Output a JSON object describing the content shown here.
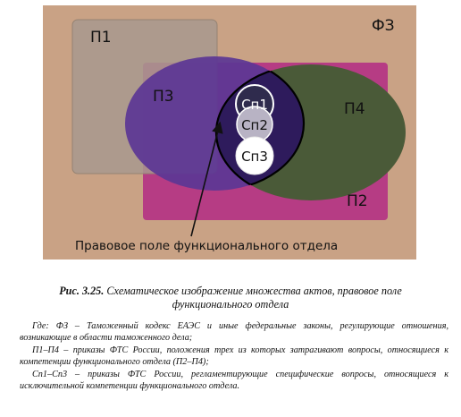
{
  "diagram": {
    "labels": {
      "fz": "ФЗ",
      "p1": "П1",
      "p2": "П2",
      "p3": "П3",
      "p4": "П4",
      "sp1": "Сп1",
      "sp2": "Сп2",
      "sp3": "Сп3"
    },
    "arrow_text": "Правовое поле функционального отдела",
    "colors": {
      "fz": "#c9a285",
      "p1": "#a8998e",
      "p2": "#b63c84",
      "p3": "#5d3795",
      "p4": "#4a5a38",
      "intersection": "#2e1b5c",
      "sp1": "#2f2b4d",
      "sp2": "#b8b3c4",
      "sp3": "#ffffff"
    }
  },
  "caption": {
    "number": "Рис. 3.25.",
    "text": "Схематическое изображение множества актов, правовое поле функционального отдела"
  },
  "legend": [
    "Где: ФЗ – Таможенный кодекс ЕАЭС и иные федеральные законы, регулирующие отношения, возникающие в области таможенного дела;",
    "П1–П4 – приказы ФТС России, положения трех из которых затрагивают вопросы, относящиеся к компетенции функционального отдела (П2–П4);",
    "Сп1–Сп3 – приказы ФТС России, регламентирующие специфические вопросы, относящиеся к исключительной компетенции функционального отдела."
  ]
}
